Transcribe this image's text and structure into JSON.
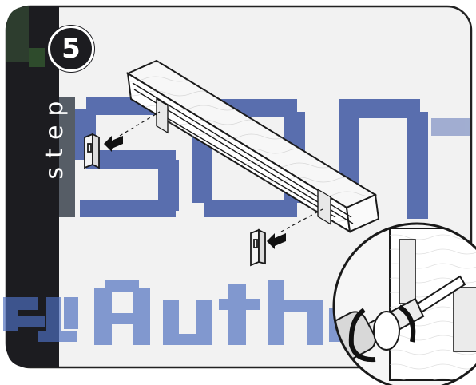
{
  "step": {
    "number": "5",
    "word": "step"
  },
  "colors": {
    "panel": "#f2f2f2",
    "sidebar": "#1c1c20",
    "watermark_dark": "#2b3440",
    "watermark_blue": "#2f4b9c",
    "watermark_light": "#4e6fbf",
    "line": "#1a1a1a",
    "arrow": "#111111"
  },
  "icons": [
    "mounting-bracket-icon",
    "screwdriver-icon",
    "arrow-icon"
  ],
  "watermark": {
    "large": "son",
    "small": "e Authority"
  }
}
